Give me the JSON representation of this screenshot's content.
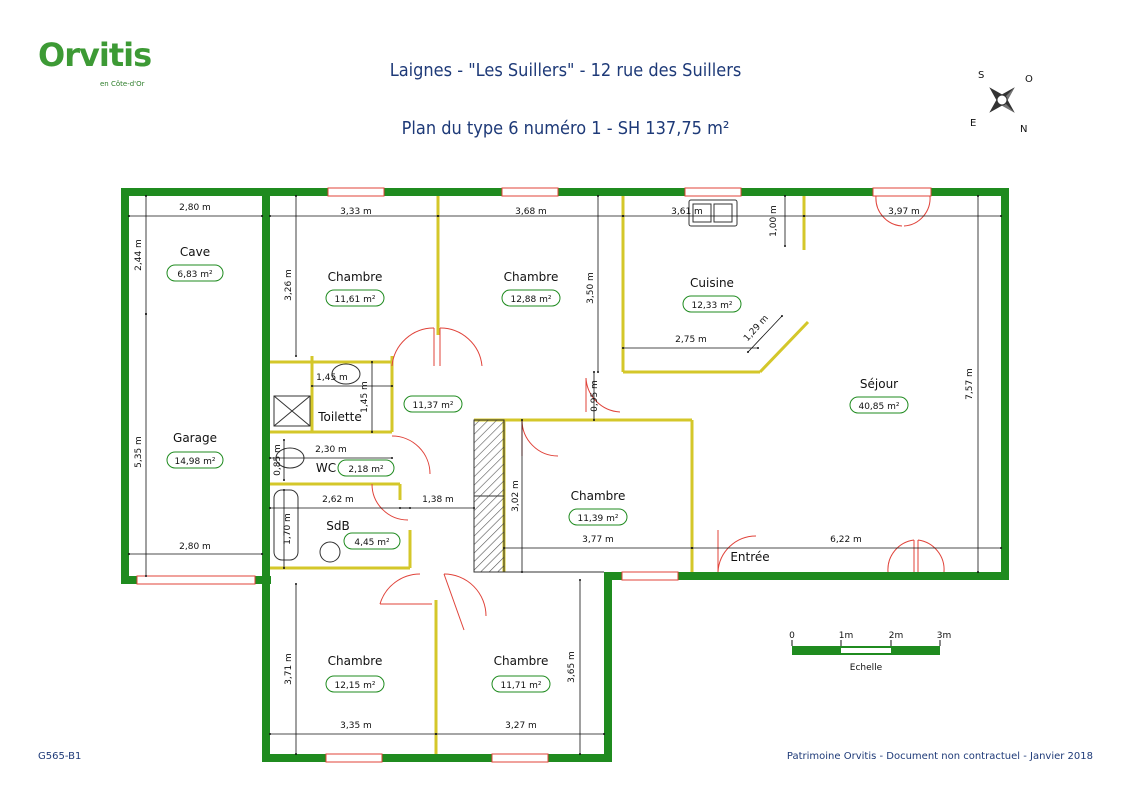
{
  "brand": {
    "name": "Orvitis",
    "tagline": "en Côte-d'Or"
  },
  "title": {
    "line1": "Laignes - \"Les Suillers\" - 12 rue des Suillers",
    "line2": "Plan du type 6 numéro 1 - SH 137,75 m²"
  },
  "compass": {
    "labels": [
      "S",
      "O",
      "E",
      "N"
    ]
  },
  "rooms": [
    {
      "name": "Cave",
      "area": "6,83 m²"
    },
    {
      "name": "Garage",
      "area": "14,98 m²"
    },
    {
      "name": "Chambre",
      "area": "11,61 m²"
    },
    {
      "name": "Chambre",
      "area": "12,88 m²"
    },
    {
      "name": "Cuisine",
      "area": "12,33 m²"
    },
    {
      "name": "Séjour",
      "area": "40,85 m²"
    },
    {
      "name": "Toilette",
      "area": ""
    },
    {
      "name": "",
      "area": "11,37 m²"
    },
    {
      "name": "WC",
      "area": "2,18 m²"
    },
    {
      "name": "SdB",
      "area": "4,45 m²"
    },
    {
      "name": "Chambre",
      "area": "11,39 m²"
    },
    {
      "name": "Entrée",
      "area": ""
    },
    {
      "name": "Chambre",
      "area": "12,15 m²"
    },
    {
      "name": "Chambre",
      "area": "11,71 m²"
    }
  ],
  "dimensions": [
    "2,80 m",
    "2,44 m",
    "5,35 m",
    "2,80 m",
    "3,33 m",
    "3,26 m",
    "3,68 m",
    "3,50 m",
    "3,61 m",
    "1,00 m",
    "3,97 m",
    "2,75 m",
    "1,29 m",
    "7,57 m",
    "1,45 m",
    "1,45 m",
    "0,95 m",
    "2,30 m",
    "0,85 m",
    "2,62 m",
    "1,38 m",
    "1,70 m",
    "3,02 m",
    "3,77 m",
    "6,22 m",
    "3,71 m",
    "3,35 m",
    "3,27 m",
    "3,65 m"
  ],
  "scale": {
    "ticks": [
      "0",
      "1m",
      "2m",
      "3m"
    ],
    "label": "Echelle"
  },
  "footer": {
    "ref": "G565-B1",
    "note": "Patrimoine Orvitis - Document non contractuel - Janvier 2018"
  },
  "colors": {
    "wall": "#1f8b1f",
    "window": "#e0433a",
    "partition": "#d4c72a",
    "text_blue": "#1e3a78"
  }
}
